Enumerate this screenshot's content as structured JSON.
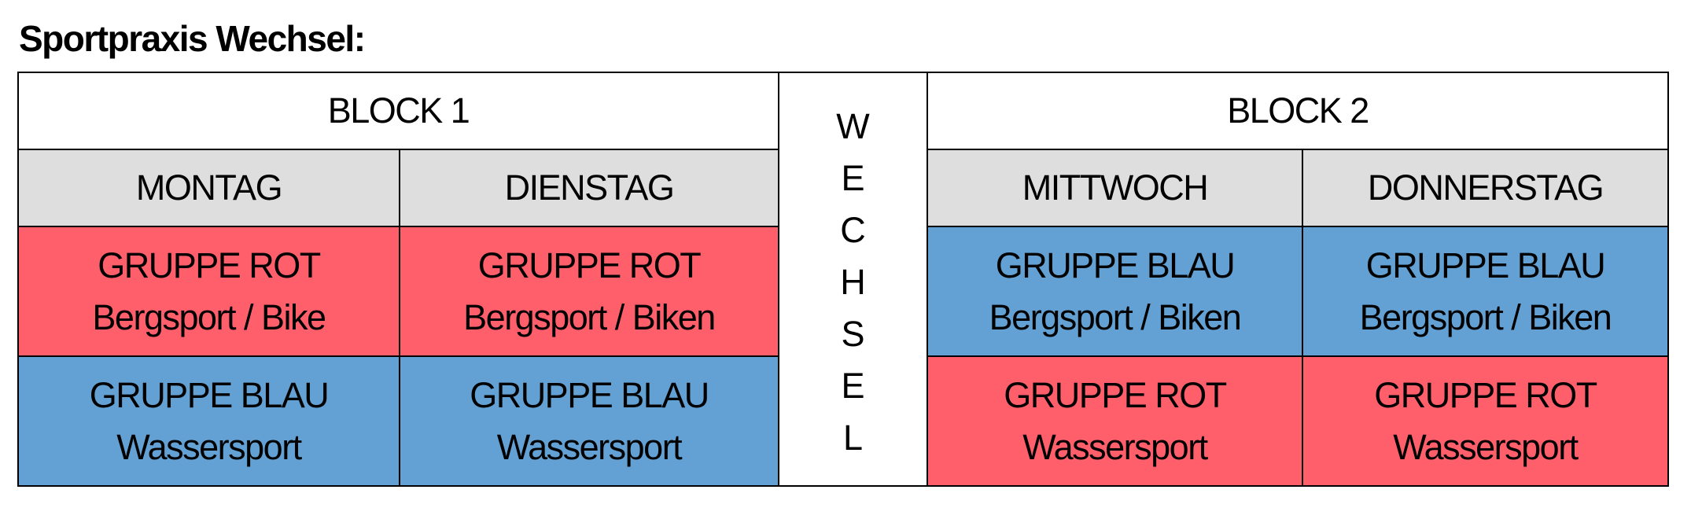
{
  "title": "Sportpraxis Wechsel:",
  "colors": {
    "rot": "#fe5f6b",
    "blau": "#63a1d4",
    "header_gray": "#dedede"
  },
  "blocks": [
    {
      "label": "BLOCK 1",
      "days": [
        "MONTAG",
        "DIENSTAG"
      ],
      "rows": [
        [
          {
            "group": "GRUPPE ROT",
            "activity": "Bergsport / Bike",
            "color": "rot"
          },
          {
            "group": "GRUPPE ROT",
            "activity": "Bergsport / Biken",
            "color": "rot"
          }
        ],
        [
          {
            "group": "GRUPPE BLAU",
            "activity": "Wassersport",
            "color": "blau"
          },
          {
            "group": "GRUPPE BLAU",
            "activity": "Wassersport",
            "color": "blau"
          }
        ]
      ]
    },
    {
      "label": "BLOCK 2",
      "days": [
        "MITTWOCH",
        "DONNERSTAG"
      ],
      "rows": [
        [
          {
            "group": "GRUPPE BLAU",
            "activity": "Bergsport / Biken",
            "color": "blau"
          },
          {
            "group": "GRUPPE BLAU",
            "activity": "Bergsport / Biken",
            "color": "blau"
          }
        ],
        [
          {
            "group": "GRUPPE ROT",
            "activity": "Wassersport",
            "color": "rot"
          },
          {
            "group": "GRUPPE ROT",
            "activity": "Wassersport",
            "color": "rot"
          }
        ]
      ]
    }
  ],
  "wechsel_letters": [
    "W",
    "E",
    "C",
    "H",
    "S",
    "E",
    "L"
  ]
}
